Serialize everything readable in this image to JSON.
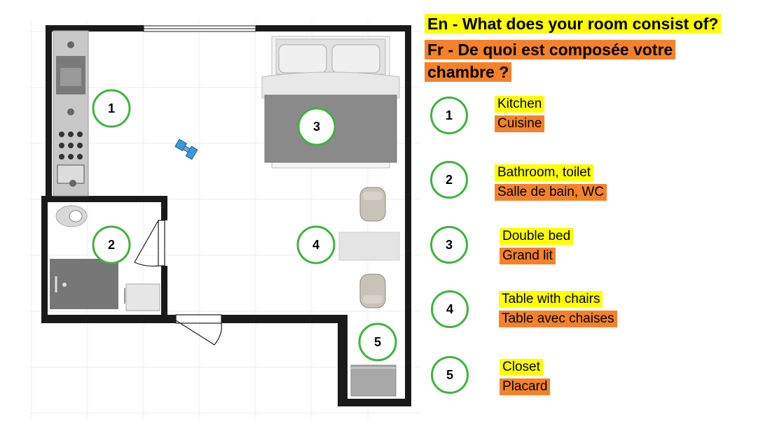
{
  "title": {
    "en": "En - What does your room consist of?",
    "fr_line1": "Fr - De quoi est composée votre",
    "fr_line2": "chambre ?"
  },
  "legend": [
    {
      "number": "1",
      "en": "Kitchen",
      "fr": "Cuisine"
    },
    {
      "number": "2",
      "en": "Bathroom, toilet",
      "fr": "Salle de bain, WC"
    },
    {
      "number": "3",
      "en": "Double bed",
      "fr": "Grand lit"
    },
    {
      "number": "4",
      "en": "Table with chairs",
      "fr": "Table avec chaises"
    },
    {
      "number": "5",
      "en": "Closet",
      "fr": "Placard"
    }
  ],
  "plan_markers": [
    "1",
    "2",
    "3",
    "4",
    "5"
  ],
  "colors": {
    "english_highlight": "#ffff00",
    "french_highlight": "#f5822a",
    "marker_ring": "#3fb33f",
    "wall": "#1a1a1a"
  }
}
